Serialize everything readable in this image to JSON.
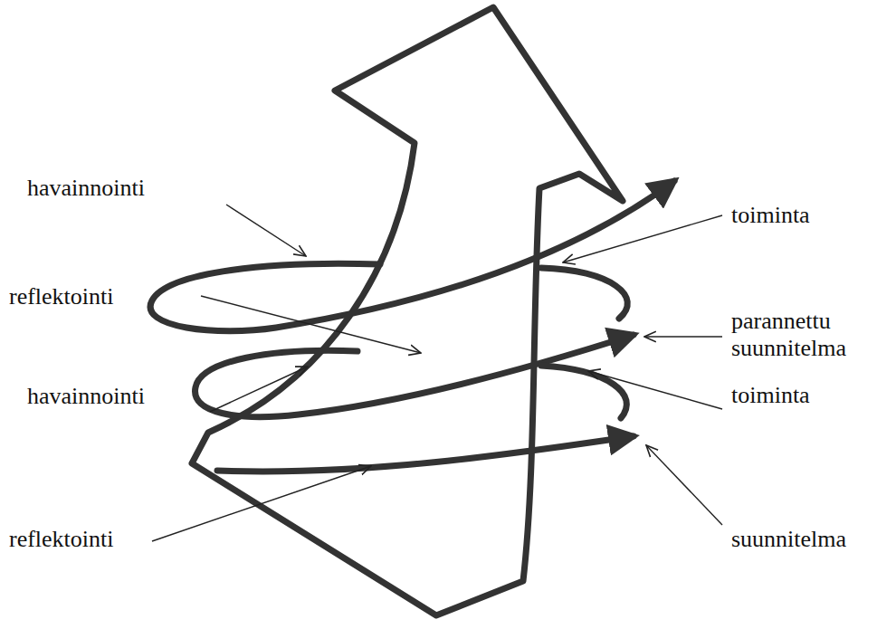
{
  "diagram": {
    "labels": [
      "havainnointi",
      "toiminta",
      "reflektointi",
      "parannettu suunnitelma",
      "havainnointi",
      "toiminta",
      "reflektointi",
      "suunnitelma"
    ]
  }
}
